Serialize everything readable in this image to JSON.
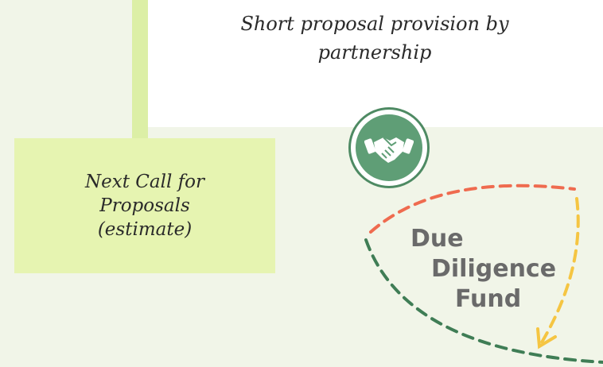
{
  "provision": {
    "text": "Short proposal provision by partnership"
  },
  "next_call": {
    "text": "Next Call for Proposals (estimate)"
  },
  "fund": {
    "line1": "Due",
    "line2": "Diligence",
    "line3": "Fund"
  },
  "colors": {
    "background": "#f1f5e8",
    "box_fill": "#e6f4b1",
    "connector": "#dcefa6",
    "handshake": "#5f9e76",
    "arrow_red": "#ef6b4f",
    "arrow_yellow": "#f5c542",
    "arrow_green": "#3f7d55"
  },
  "icons": {
    "partnership": "handshake-icon"
  }
}
